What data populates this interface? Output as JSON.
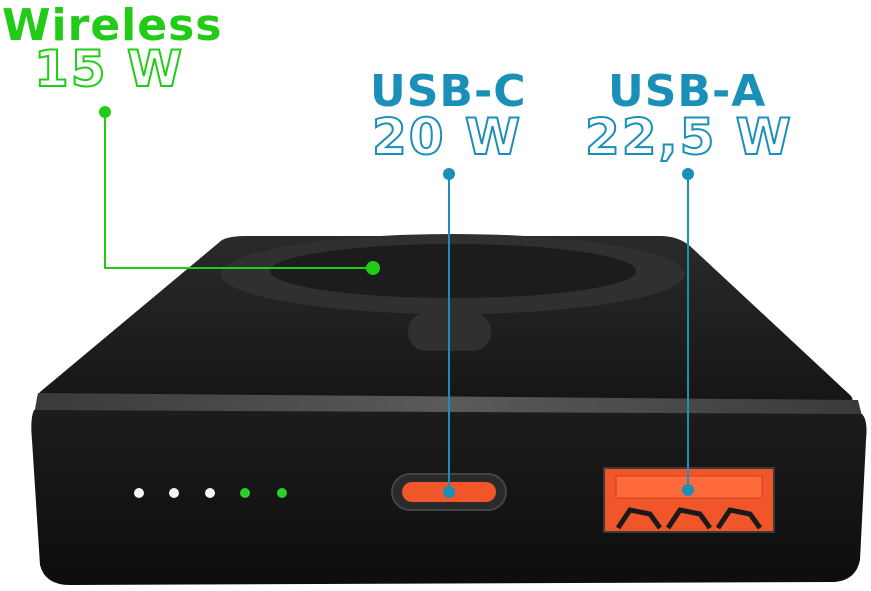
{
  "labels": {
    "wireless": {
      "title": "Wireless",
      "value": "15 W"
    },
    "usb_c": {
      "title": "USB-C",
      "value": "20 W"
    },
    "usb_a": {
      "title": "USB-A",
      "value": "22,5 W"
    }
  },
  "colors": {
    "wireless_accent": "#22cc16",
    "port_accent": "#1a8fb8",
    "device_body": "#161616",
    "port_orange": "#f0562a",
    "led_white": "#f4f4f4",
    "led_green": "#2ad12a"
  },
  "leds": [
    {
      "color": "white"
    },
    {
      "color": "white"
    },
    {
      "color": "white"
    },
    {
      "color": "green"
    },
    {
      "color": "green"
    }
  ]
}
